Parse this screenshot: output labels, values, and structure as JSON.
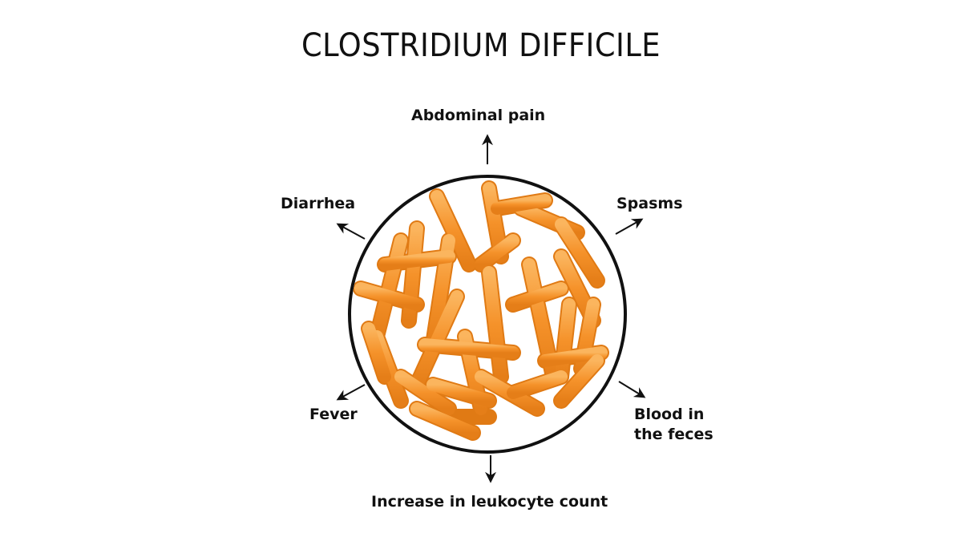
{
  "title": "CLOSTRIDIUM DIFFICILE",
  "colors": {
    "bacteria_fill": "#F5922A",
    "bacteria_highlight": "#FBB55E",
    "bacteria_shadow": "#E07A14",
    "circle_stroke": "#111111",
    "text": "#111111"
  },
  "symptoms": {
    "top": "Abdominal pain",
    "upper_left": "Diarrhea",
    "upper_right": "Spasms",
    "lower_left": "Fever",
    "lower_right_line1": "Blood in",
    "lower_right_line2": "the feces",
    "bottom": "Increase in leukocyte count"
  },
  "icons": {
    "arrows": "arrow-icon",
    "bacteria": "rod-bacteria-icon"
  }
}
